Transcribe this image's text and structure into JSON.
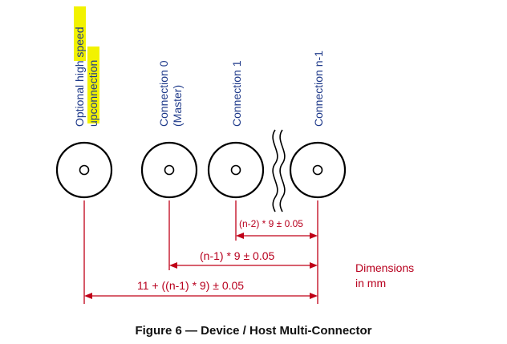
{
  "labels": {
    "optional_prefix": "Optional ",
    "optional_highlight_1": "high speed",
    "optional_highlight_2": "upconnection",
    "conn0_line1": "Connection 0",
    "conn0_line2": "(Master)",
    "conn1": "Connection 1",
    "connn": "Connection n-1"
  },
  "dimensions": {
    "pitch_small": "(n-2) * 9 ± 0.05",
    "pitch_mid": "(n-1) * 9 ± 0.05",
    "total": "11 + ((n-1) * 9) ± 0.05",
    "unit_note_1": "Dimensions",
    "unit_note_2": "in mm"
  },
  "caption": "Figure 6 — Device / Host Multi-Connector",
  "colors": {
    "label_blue": "#1f3a8a",
    "dimension_red": "#c00018",
    "highlight": "#f2f200"
  }
}
